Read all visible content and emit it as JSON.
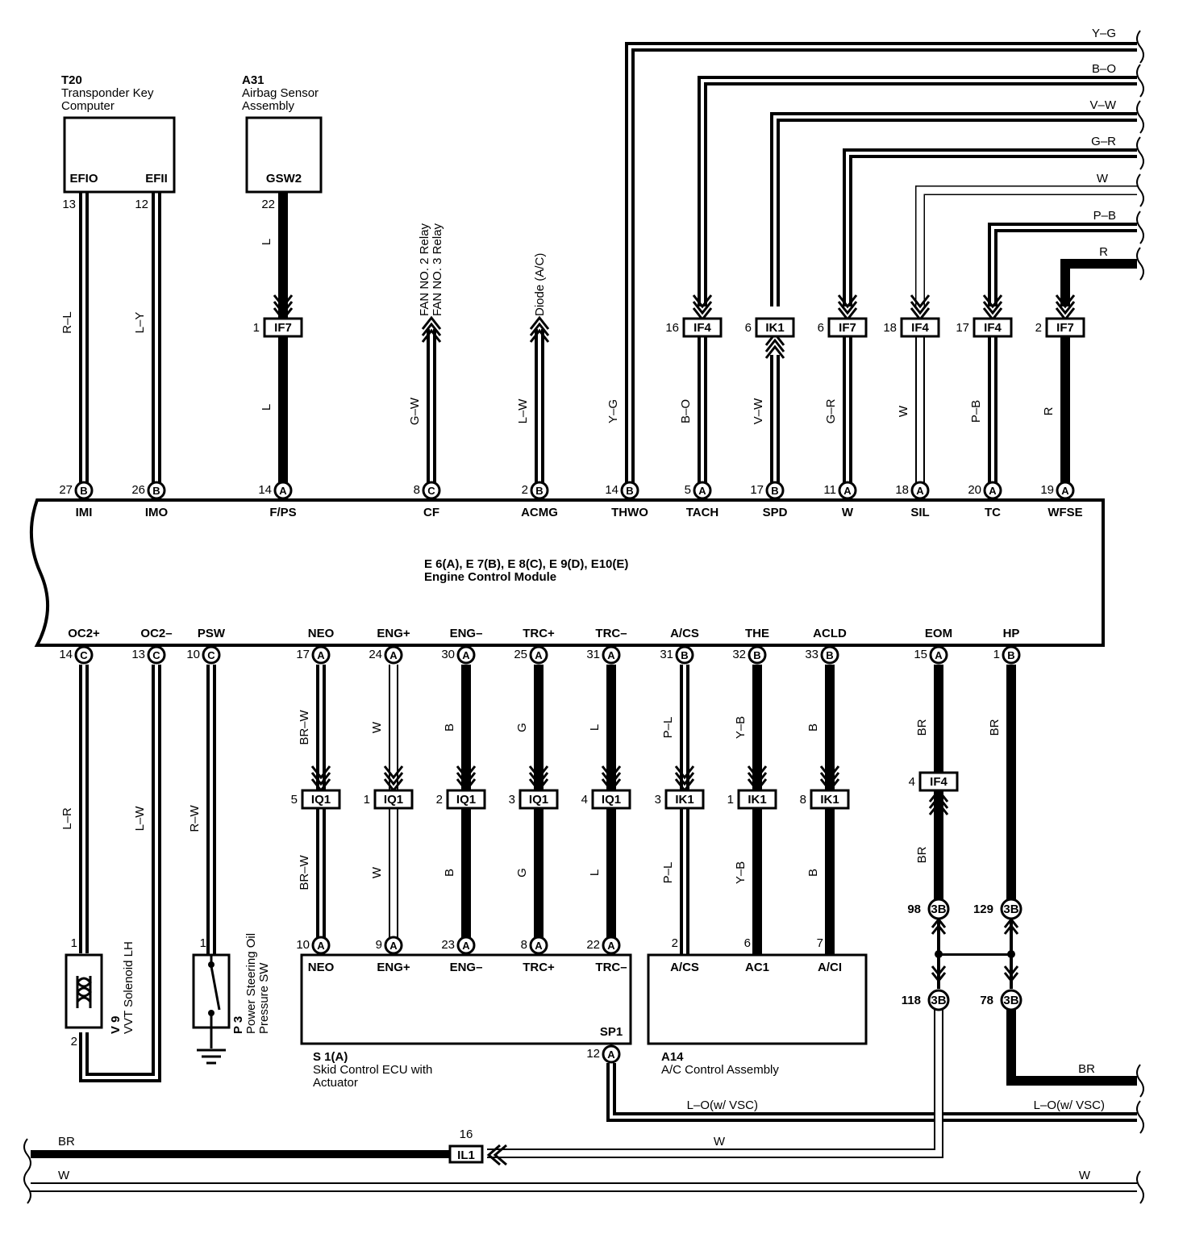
{
  "components": {
    "t20": {
      "ref": "T20",
      "name1": "Transponder Key",
      "name2": "Computer",
      "term1": "EFIO",
      "term2": "EFII"
    },
    "a31": {
      "ref": "A31",
      "name1": "Airbag Sensor",
      "name2": "Assembly",
      "term": "GSW2"
    },
    "ecm": {
      "ref": "E 6(A), E 7(B), E 8(C), E 9(D), E10(E)",
      "name": "Engine Control Module"
    },
    "v9": {
      "ref": "V 9",
      "name": "VVT Solenoid LH"
    },
    "p3": {
      "ref": "P 3",
      "name1": "Power Steering Oil",
      "name2": "Pressure SW"
    },
    "s1": {
      "ref": "S 1(A)",
      "name1": "Skid Control ECU with",
      "name2": "Actuator",
      "sp1": "SP1",
      "sp1_pin": "12"
    },
    "a14": {
      "ref": "A14",
      "name": "A/C Control Assembly"
    }
  },
  "external_refs": {
    "fan": [
      "FAN NO. 2 Relay",
      "FAN NO. 3 Relay"
    ],
    "diode": "Diode (A/C)"
  },
  "top_wires": [
    {
      "term": "IMI",
      "pin": "27",
      "conn": "B",
      "color": "R–L",
      "src_pin": "13"
    },
    {
      "term": "IMO",
      "pin": "26",
      "conn": "B",
      "color": "L–Y",
      "src_pin": "12"
    },
    {
      "term": "F/PS",
      "pin": "14",
      "conn": "A",
      "color": "L",
      "src_pin": "22",
      "jc_pin": "1",
      "jc": "IF7"
    },
    {
      "term": "CF",
      "pin": "8",
      "conn": "C",
      "color": "G–W"
    },
    {
      "term": "ACMG",
      "pin": "2",
      "conn": "B",
      "color": "L–W"
    },
    {
      "term": "THWO",
      "pin": "14",
      "conn": "B",
      "color": "Y–G"
    },
    {
      "term": "TACH",
      "pin": "5",
      "conn": "A",
      "color": "B–O",
      "jc_pin": "16",
      "jc": "IF4"
    },
    {
      "term": "SPD",
      "pin": "17",
      "conn": "B",
      "color": "V–W",
      "jc_pin": "6",
      "jc": "IK1"
    },
    {
      "term": "W",
      "pin": "11",
      "conn": "A",
      "color": "G–R",
      "jc_pin": "6",
      "jc": "IF7"
    },
    {
      "term": "SIL",
      "pin": "18",
      "conn": "A",
      "color": "W",
      "jc_pin": "18",
      "jc": "IF4"
    },
    {
      "term": "TC",
      "pin": "20",
      "conn": "A",
      "color": "P–B",
      "jc_pin": "17",
      "jc": "IF4"
    },
    {
      "term": "WFSE",
      "pin": "19",
      "conn": "A",
      "color": "R",
      "jc_pin": "2",
      "jc": "IF7"
    }
  ],
  "right_bus": [
    "Y–G",
    "B–O",
    "V–W",
    "G–R",
    "W",
    "P–B",
    "R"
  ],
  "bottom_wires": [
    {
      "term": "OC2+",
      "pin": "14",
      "conn": "C",
      "color": "L–R",
      "dst_pin": "1",
      "dst_pin2": "2"
    },
    {
      "term": "OC2–",
      "pin": "13",
      "conn": "C",
      "color": "L–W"
    },
    {
      "term": "PSW",
      "pin": "10",
      "conn": "C",
      "color": "R–W",
      "dst_pin": "1"
    },
    {
      "term": "NEO",
      "pin": "17",
      "conn": "A",
      "color": "BR–W",
      "jc_pin": "5",
      "jc": "IQ1",
      "dst_pin": "10",
      "dst_conn": "A",
      "dst_term": "NEO"
    },
    {
      "term": "ENG+",
      "pin": "24",
      "conn": "A",
      "color": "W",
      "jc_pin": "1",
      "jc": "IQ1",
      "dst_pin": "9",
      "dst_conn": "A",
      "dst_term": "ENG+"
    },
    {
      "term": "ENG–",
      "pin": "30",
      "conn": "A",
      "color": "B",
      "jc_pin": "2",
      "jc": "IQ1",
      "dst_pin": "23",
      "dst_conn": "A",
      "dst_term": "ENG–"
    },
    {
      "term": "TRC+",
      "pin": "25",
      "conn": "A",
      "color": "G",
      "jc_pin": "3",
      "jc": "IQ1",
      "dst_pin": "8",
      "dst_conn": "A",
      "dst_term": "TRC+"
    },
    {
      "term": "TRC–",
      "pin": "31",
      "conn": "A",
      "color": "L",
      "jc_pin": "4",
      "jc": "IQ1",
      "dst_pin": "22",
      "dst_conn": "A",
      "dst_term": "TRC–"
    },
    {
      "term": "A/CS",
      "pin": "31",
      "conn": "B",
      "color": "P–L",
      "jc_pin": "3",
      "jc": "IK1",
      "dst_pin": "2",
      "dst_term": "A/CS"
    },
    {
      "term": "THE",
      "pin": "32",
      "conn": "B",
      "color": "Y–B",
      "jc_pin": "1",
      "jc": "IK1",
      "dst_pin": "6",
      "dst_term": "AC1"
    },
    {
      "term": "ACLD",
      "pin": "33",
      "conn": "B",
      "color": "B",
      "jc_pin": "8",
      "jc": "IK1",
      "dst_pin": "7",
      "dst_term": "A/CI"
    },
    {
      "term": "EOM",
      "pin": "15",
      "conn": "A",
      "color": "BR",
      "jc_pin": "4",
      "jc": "IF4"
    },
    {
      "term": "HP",
      "pin": "1",
      "conn": "B",
      "color": "BR"
    }
  ],
  "splices": [
    {
      "pin": "98",
      "id": "3B"
    },
    {
      "pin": "129",
      "id": "3B"
    },
    {
      "pin": "118",
      "id": "3B"
    },
    {
      "pin": "78",
      "id": "3B"
    }
  ],
  "bottom_bus": {
    "br_right": "BR",
    "lo_left": "L–O(w/ VSC)",
    "lo_right": "L–O(w/ VSC)",
    "w_mid": "W",
    "br_left": "BR",
    "il1_pin": "16",
    "il1": "IL1",
    "w_left": "W",
    "w_right": "W"
  }
}
